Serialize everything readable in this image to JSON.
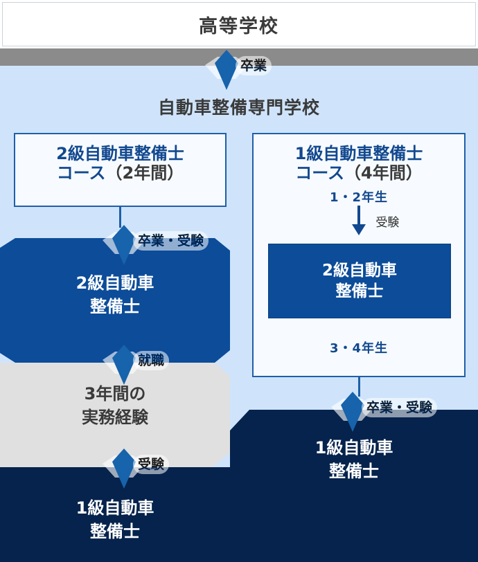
{
  "header": {
    "title": "高等学校"
  },
  "transitions": {
    "graduation": "卒業",
    "graduation_exam": "卒業・受験",
    "employment": "就職",
    "exam": "受験"
  },
  "school": {
    "title": "自動車整備専門学校",
    "courses": [
      {
        "name": "course-grade2",
        "line1": "2級自動車整備士",
        "line2_main": "コース",
        "line2_paren": "（2年間）"
      },
      {
        "name": "course-grade1",
        "line1": "1級自動車整備士",
        "line2_main": "コース",
        "line2_paren": "（4年間）",
        "grade_upper": "1・2年生",
        "inner_arrow_label": "受験",
        "inner_cert_line1": "2級自動車",
        "inner_cert_line2": "整備士",
        "grade_lower": "3・4年生"
      }
    ]
  },
  "outcomes": {
    "grade2_cert": {
      "line1": "2級自動車",
      "line2": "整備士"
    },
    "experience": {
      "line1": "3年間の",
      "line2": "実務経験"
    },
    "grade1_cert_left": {
      "line1": "1級自動車",
      "line2": "整備士"
    },
    "grade1_cert_right": {
      "line1": "1級自動車",
      "line2": "整備士"
    }
  },
  "colors": {
    "accent_blue": "#12488f",
    "slab_blue": "#0c4c99",
    "navy": "#05234c",
    "light_blue_bg": "#cfe4fb",
    "gray_band": "#8b8b8b",
    "gray_slab": "#e0e0e0",
    "marker_blue": "#1763ac"
  }
}
